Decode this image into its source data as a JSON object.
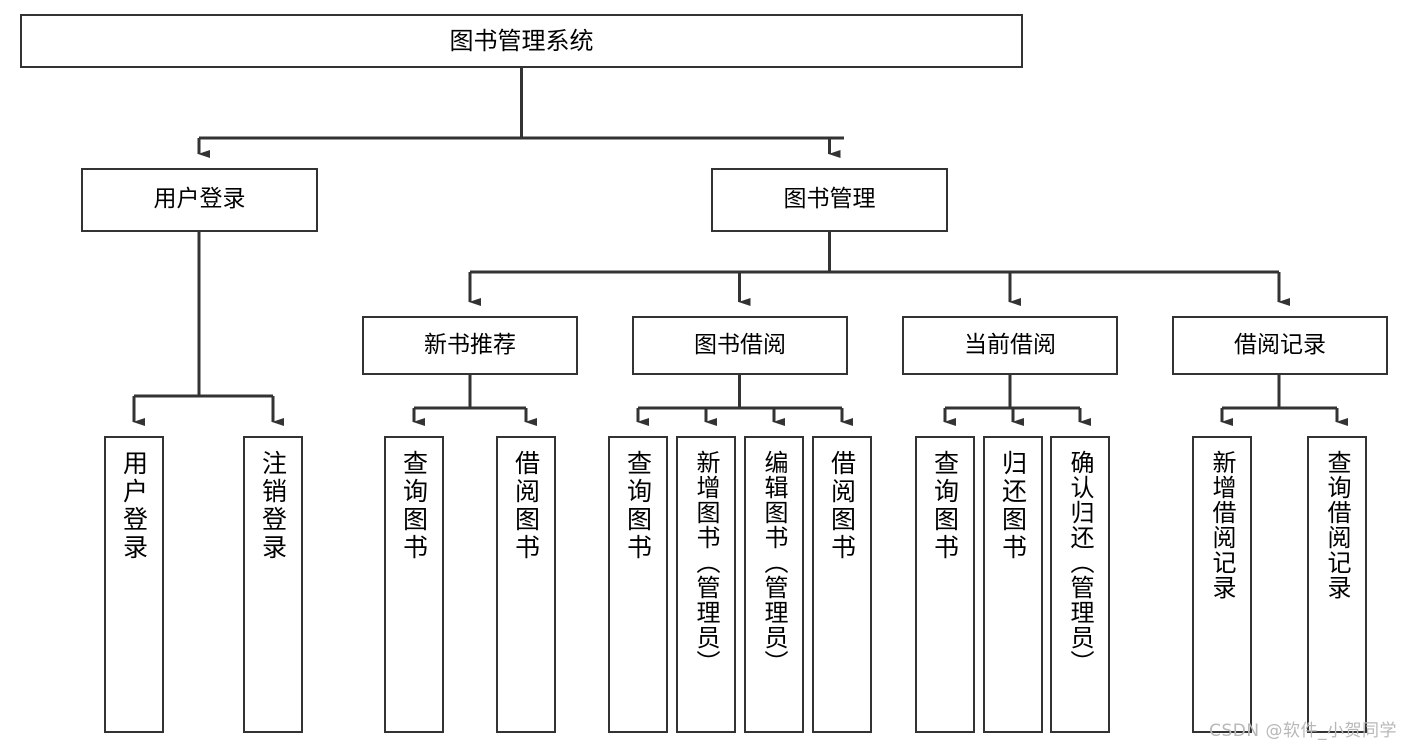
{
  "diagram": {
    "title": "图书管理系统",
    "type": "hierarchy-tree",
    "line_color": "#333333",
    "box_fill": "#ffffff",
    "text_color": "#000000",
    "watermark": "CSDN @软件_小贺同学",
    "nodes": {
      "root": {
        "label": "图书管理系统"
      },
      "level1": [
        {
          "id": "user-login",
          "label": "用户登录"
        },
        {
          "id": "book-management",
          "label": "图书管理"
        }
      ],
      "level2": [
        {
          "id": "new-book-recommend",
          "label": "新书推荐"
        },
        {
          "id": "book-borrow",
          "label": "图书借阅"
        },
        {
          "id": "current-borrow",
          "label": "当前借阅"
        },
        {
          "id": "borrow-record",
          "label": "借阅记录"
        }
      ],
      "leaves": {
        "user_login": [
          {
            "id": "leaf-user-login",
            "label": "用户登录"
          },
          {
            "id": "leaf-logout-login",
            "label": "注销登录"
          }
        ],
        "new_book_recommend": [
          {
            "id": "leaf-query-book-1",
            "label": "查询图书"
          },
          {
            "id": "leaf-borrow-book-1",
            "label": "借阅图书"
          }
        ],
        "book_borrow": [
          {
            "id": "leaf-query-book-2",
            "label": "查询图书"
          },
          {
            "id": "leaf-add-book",
            "label": "新增图书（管理员）"
          },
          {
            "id": "leaf-edit-book",
            "label": "编辑图书（管理员）"
          },
          {
            "id": "leaf-borrow-book-2",
            "label": "借阅图书"
          }
        ],
        "current_borrow": [
          {
            "id": "leaf-query-book-3",
            "label": "查询图书"
          },
          {
            "id": "leaf-return-book",
            "label": "归还图书"
          },
          {
            "id": "leaf-confirm-return",
            "label": "确认归还（管理员）"
          }
        ],
        "borrow_record": [
          {
            "id": "leaf-add-record",
            "label": "新增借阅记录"
          },
          {
            "id": "leaf-query-record",
            "label": "查询借阅记录"
          }
        ]
      }
    }
  }
}
